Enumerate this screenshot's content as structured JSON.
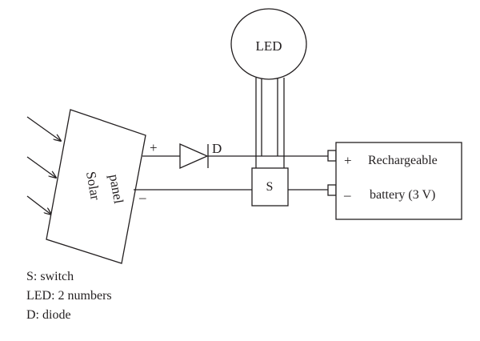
{
  "diagram": {
    "solar_panel_label_line1": "Solar",
    "solar_panel_label_line2": "panel",
    "plus_terminal": "+",
    "minus_terminal": "–",
    "diode_label": "D",
    "led_label": "LED",
    "switch_label": "S",
    "battery_plus": "+",
    "battery_minus": "–",
    "battery_label_line1": "Rechargeable",
    "battery_label_line2": "battery (3 V)"
  },
  "legend": [
    "S: switch",
    "LED: 2 numbers",
    "D: diode"
  ]
}
